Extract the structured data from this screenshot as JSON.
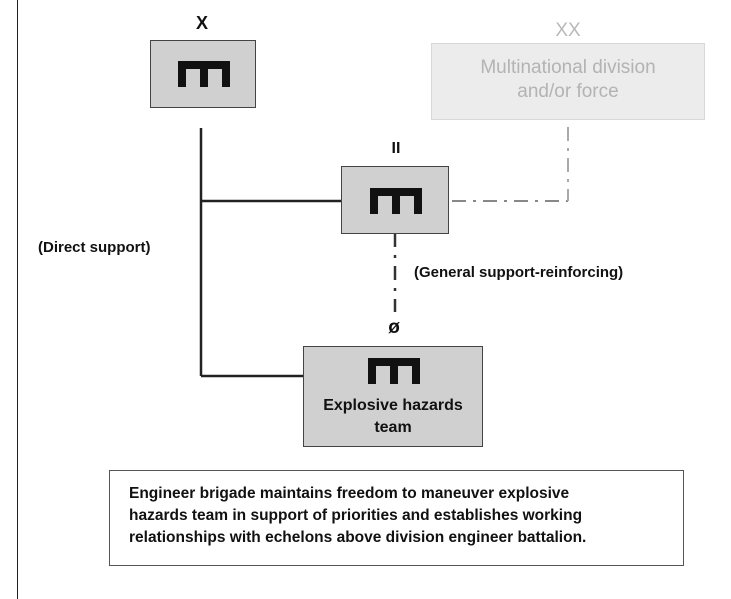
{
  "brigade": {
    "echelon": "X"
  },
  "battalion": {
    "echelon": "II"
  },
  "division": {
    "echelon": "XX",
    "label_lines": [
      "Multinational division",
      "and/or force"
    ]
  },
  "team": {
    "echelon": "ø",
    "label_lines": [
      "Explosive hazards",
      "team"
    ]
  },
  "relationships": {
    "direct": "(Direct support)",
    "general": "(General support-reinforcing)"
  },
  "note": {
    "lines": [
      "Engineer brigade maintains freedom to maneuver explosive",
      "hazards team in support of priorities and establishes working",
      "relationships with echelons above division engineer battalion."
    ]
  },
  "colors": {
    "box_fill": "#d0d0d0",
    "faded_fill": "#ececec",
    "faded_text": "#b3b3b3",
    "line": "#222222"
  }
}
